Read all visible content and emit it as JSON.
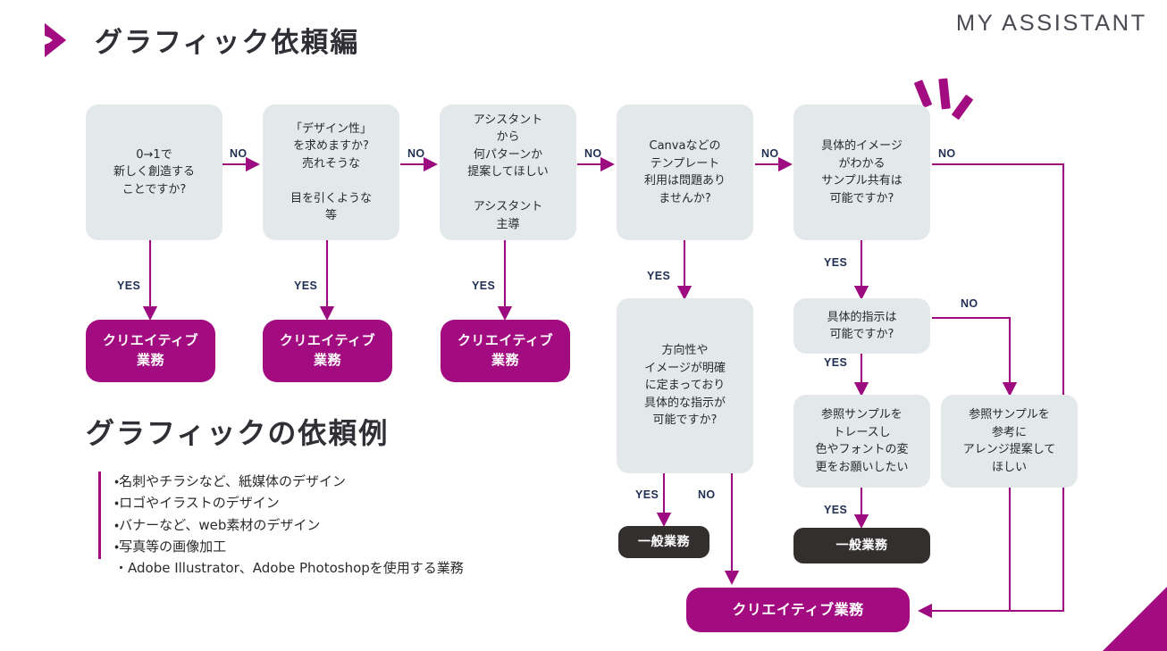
{
  "header": {
    "title": "グラフィック依頼編",
    "brand": "MY ASSISTANT",
    "chevron_icon": "chevron-right-icon",
    "accent_color": "#a30b81",
    "title_color": "#2f2f35"
  },
  "colors": {
    "accent_magenta": "#a30b81",
    "question_box_gray": "#e3e8ea",
    "general_box_dark": "#332f2f",
    "label_navy": "#1f2f52",
    "connector": "#9d0b80"
  },
  "flow": {
    "questions": [
      {
        "id": "q1",
        "lines": [
          "0→1で",
          "新しく創造する",
          "ことですか?"
        ]
      },
      {
        "id": "q2",
        "lines": [
          "「デザイン性」",
          "を求めますか?",
          "売れそうな",
          "",
          "目を引くような",
          "等"
        ]
      },
      {
        "id": "q3",
        "lines": [
          "アシスタント",
          "から",
          "何パターンか",
          "提案してほしい",
          "",
          "アシスタント",
          "主導"
        ]
      },
      {
        "id": "q4",
        "lines": [
          "Canvaなどの",
          "テンプレート",
          "利用は問題あり",
          "ませんか?"
        ]
      },
      {
        "id": "q5",
        "lines": [
          "具体的イメージ",
          "がわかる",
          "サンプル共有は",
          "可能ですか?"
        ]
      },
      {
        "id": "q6",
        "lines": [
          "方向性や",
          "イメージが明確",
          "に定まっており",
          "具体的な指示が",
          "可能ですか?"
        ]
      },
      {
        "id": "q7",
        "lines": [
          "具体的指示は",
          "可能ですか?"
        ]
      },
      {
        "id": "q8",
        "lines": [
          "参照サンプルを",
          "トレースし",
          "色やフォントの変",
          "更をお願いしたい"
        ]
      },
      {
        "id": "q9",
        "lines": [
          "参照サンプルを",
          "参考に",
          "アレンジ提案して",
          "ほしい"
        ]
      }
    ],
    "creative_outcomes": [
      {
        "id": "c1",
        "lines": [
          "クリエイティブ",
          "業務"
        ]
      },
      {
        "id": "c2",
        "lines": [
          "クリエイティブ",
          "業務"
        ]
      },
      {
        "id": "c3",
        "lines": [
          "クリエイティブ",
          "業務"
        ]
      }
    ],
    "creative_final": {
      "id": "c4",
      "label": "クリエイティブ業務"
    },
    "general_outcomes": [
      {
        "id": "g1",
        "label": "一般業務"
      },
      {
        "id": "g2",
        "label": "一般業務"
      }
    ],
    "branch_labels": [
      {
        "id": "no1",
        "text": "NO"
      },
      {
        "id": "no2",
        "text": "NO"
      },
      {
        "id": "no3",
        "text": "NO"
      },
      {
        "id": "no4",
        "text": "NO"
      },
      {
        "id": "no5",
        "text": "NO"
      },
      {
        "id": "yes1",
        "text": "YES"
      },
      {
        "id": "yes2",
        "text": "YES"
      },
      {
        "id": "yes3",
        "text": "YES"
      },
      {
        "id": "yes4",
        "text": "YES"
      },
      {
        "id": "yes5",
        "text": "YES"
      },
      {
        "id": "yes6",
        "text": "YES"
      },
      {
        "id": "no6",
        "text": "NO"
      },
      {
        "id": "yes7",
        "text": "YES"
      },
      {
        "id": "no7",
        "text": "NO"
      },
      {
        "id": "yes8",
        "text": "YES"
      }
    ]
  },
  "examples": {
    "title": "グラフィックの依頼例",
    "items": [
      "・名刺やチラシなど、紙媒体のデザイン",
      "・ロゴやイラストのデザイン",
      "・バナーなど、web素材のデザイン",
      "・写真等の画像加工",
      "・Adobe Illustrator、Adobe Photoshopを使用する業務"
    ]
  }
}
